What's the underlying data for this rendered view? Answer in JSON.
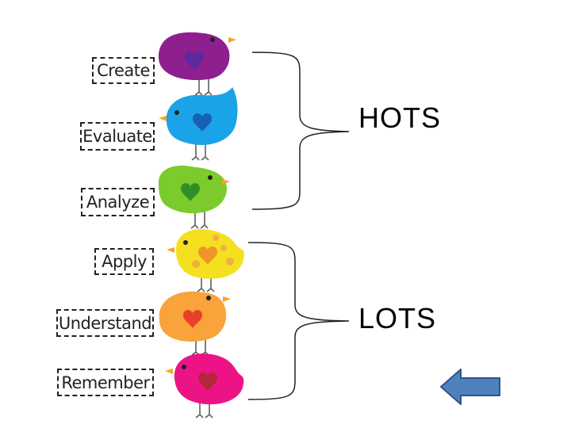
{
  "levels": [
    {
      "label": "Create",
      "bird_color": "#8e1f8f",
      "heart_color": "#5a2a9e"
    },
    {
      "label": "Evaluate",
      "bird_color": "#1aa3e8",
      "heart_color": "#1860b5"
    },
    {
      "label": "Analyze",
      "bird_color": "#7ccb2c",
      "heart_color": "#2e8f2a"
    },
    {
      "label": "Apply",
      "bird_color": "#f5e020",
      "heart_color": "#f0932b"
    },
    {
      "label": "Understand",
      "bird_color": "#f9a33a",
      "heart_color": "#e8402a"
    },
    {
      "label": "Remember",
      "bird_color": "#ec1386",
      "heart_color": "#b4263a"
    }
  ],
  "groups": {
    "hots": "HOTS",
    "lots": "LOTS"
  },
  "back_button": {
    "icon": "back-arrow-icon",
    "color": "#4f81bd"
  }
}
